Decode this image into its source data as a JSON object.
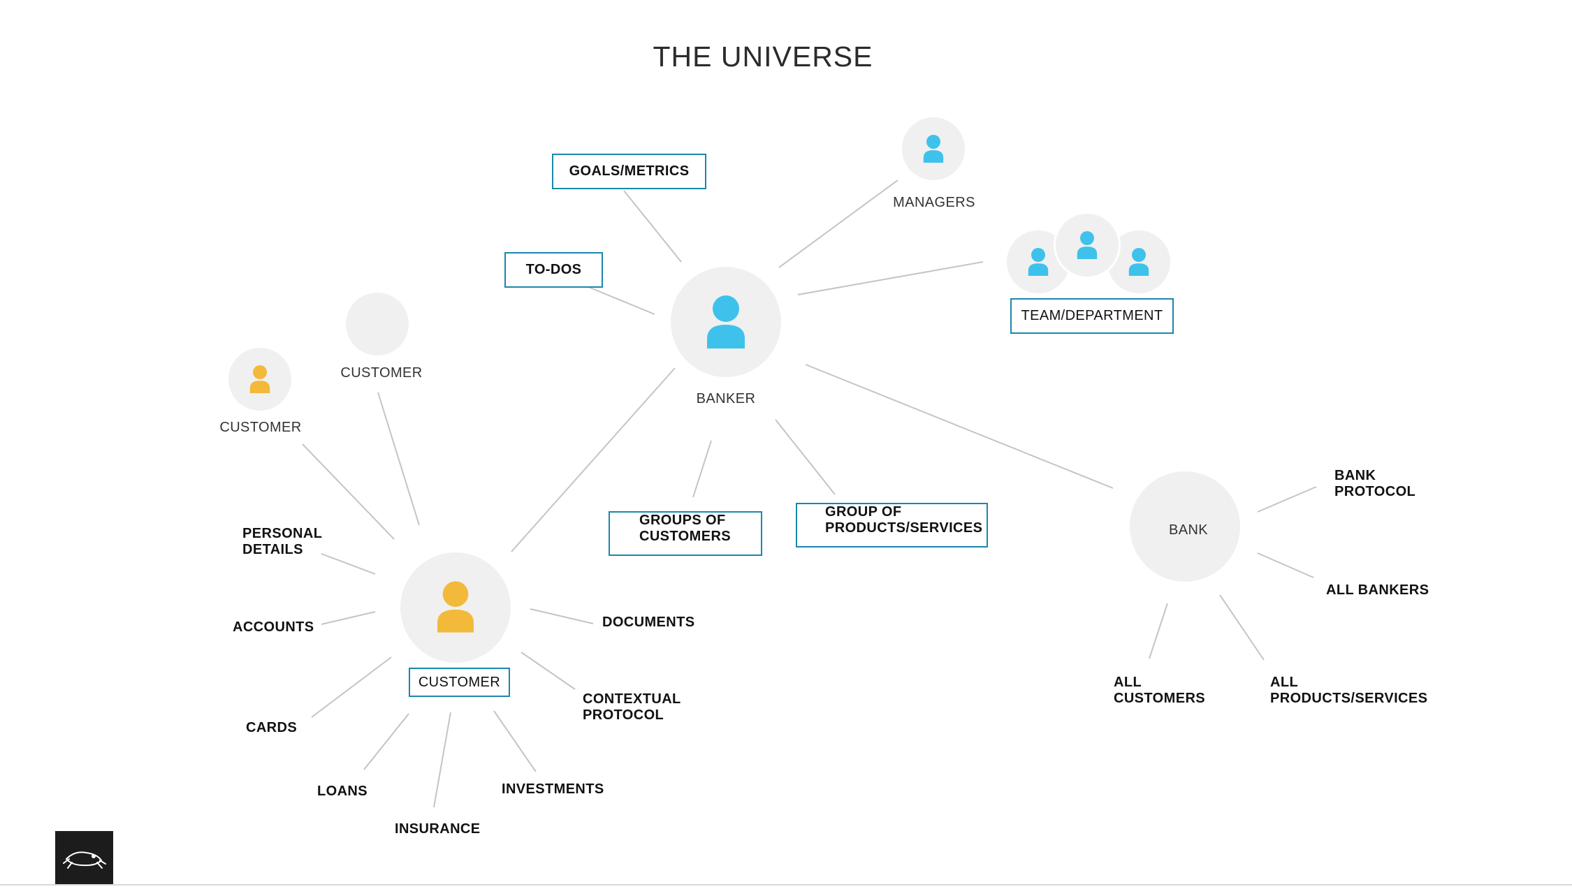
{
  "title": "THE UNIVERSE",
  "labels": {
    "banker": "BANKER",
    "managers": "MANAGERS",
    "team": "TEAM/DEPARTMENT",
    "goals": "GOALS/METRICS",
    "todos": "TO-DOS",
    "groups_customers": [
      "GROUPS OF",
      "CUSTOMERS"
    ],
    "group_products": [
      "GROUP OF",
      "PRODUCTS/SERVICES"
    ],
    "customer_top": "CUSTOMER",
    "customer_left": "CUSTOMER",
    "customer_main": "CUSTOMER",
    "personal_details": [
      "PERSONAL",
      "DETAILS"
    ],
    "accounts": "ACCOUNTS",
    "cards": "CARDS",
    "loans": "LOANS",
    "insurance": "INSURANCE",
    "investments": "INVESTMENTS",
    "contextual_protocol": [
      "CONTEXTUAL",
      "PROTOCOL"
    ],
    "documents": "DOCUMENTS",
    "bank": "BANK",
    "bank_protocol": [
      "BANK",
      "PROTOCOL"
    ],
    "all_bankers": "ALL BANKERS",
    "all_customers": [
      "ALL",
      "CUSTOMERS"
    ],
    "all_products": [
      "ALL",
      "PRODUCTS/SERVICES"
    ]
  },
  "colors": {
    "banker_icon": "#3ec2eb",
    "customer_icon": "#f2b93b",
    "box_border": "#1a87ad",
    "node_fill": "#f0f0f0",
    "connector": "#c4c4c4"
  },
  "icons": {
    "person": "person-icon",
    "logo": "frog-logo"
  }
}
